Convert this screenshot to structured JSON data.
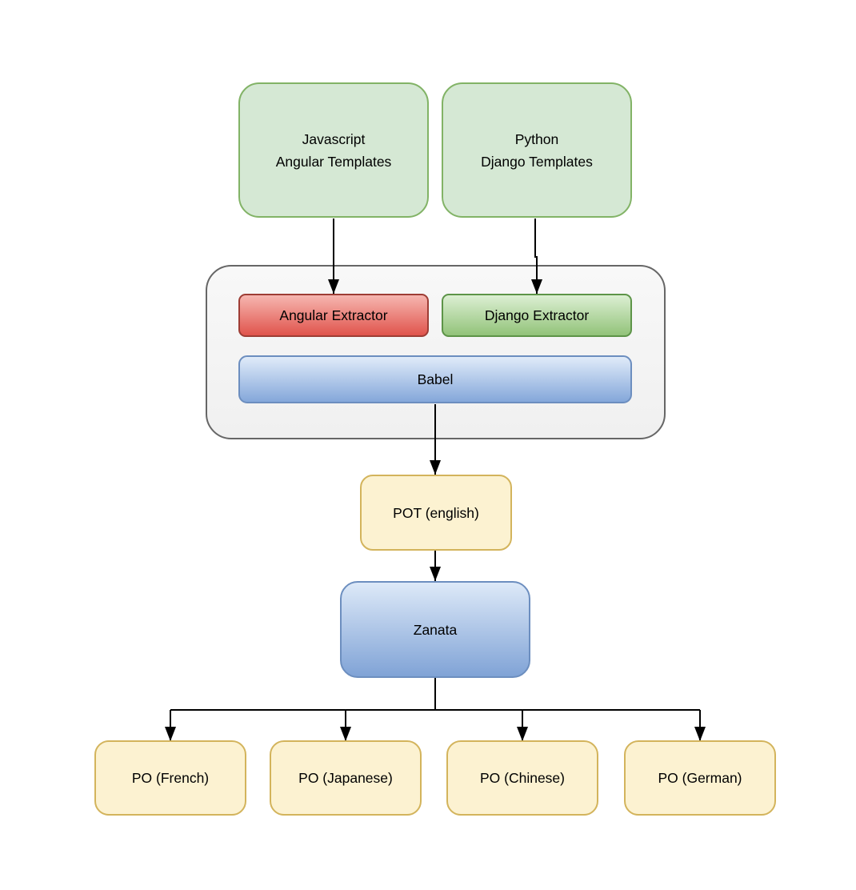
{
  "diagram": {
    "background_color": "#ffffff",
    "nodes": {
      "js_templates": {
        "label": "Javascript\nAngular Templates",
        "fill": "#d5e8d4",
        "border": "#82b366"
      },
      "py_templates": {
        "label": "Python\nDjango Templates",
        "fill": "#d5e8d4",
        "border": "#82b366"
      },
      "extractor_group": {
        "label": "",
        "fill": "#f5f5f5",
        "border": "#666666"
      },
      "angular_extractor": {
        "label": "Angular Extractor",
        "fill": "#e0544c",
        "border": "#9e3d35"
      },
      "django_extractor": {
        "label": "Django Extractor",
        "fill": "#92c379",
        "border": "#5d9448"
      },
      "babel": {
        "label": "Babel",
        "fill": "#84a7da",
        "border": "#6c8ebf"
      },
      "pot": {
        "label": "POT (english)",
        "fill": "#fcf2d1",
        "border": "#d3b45c"
      },
      "zanata": {
        "label": "Zanata",
        "fill": "#80a3d6",
        "border": "#6c8ebf"
      },
      "po_french": {
        "label": "PO (French)",
        "fill": "#fcf2d1",
        "border": "#d3b45c"
      },
      "po_japanese": {
        "label": "PO (Japanese)",
        "fill": "#fcf2d1",
        "border": "#d3b45c"
      },
      "po_chinese": {
        "label": "PO (Chinese)",
        "fill": "#fcf2d1",
        "border": "#d3b45c"
      },
      "po_german": {
        "label": "PO (German)",
        "fill": "#fcf2d1",
        "border": "#d3b45c"
      }
    },
    "edges": [
      {
        "from": "js_templates",
        "to": "angular_extractor"
      },
      {
        "from": "py_templates",
        "to": "django_extractor"
      },
      {
        "from": "babel",
        "to": "pot"
      },
      {
        "from": "pot",
        "to": "zanata"
      },
      {
        "from": "zanata",
        "to": "po_french"
      },
      {
        "from": "zanata",
        "to": "po_japanese"
      },
      {
        "from": "zanata",
        "to": "po_chinese"
      },
      {
        "from": "zanata",
        "to": "po_german"
      }
    ],
    "text_color": "#000000",
    "edge_color": "#000000"
  }
}
